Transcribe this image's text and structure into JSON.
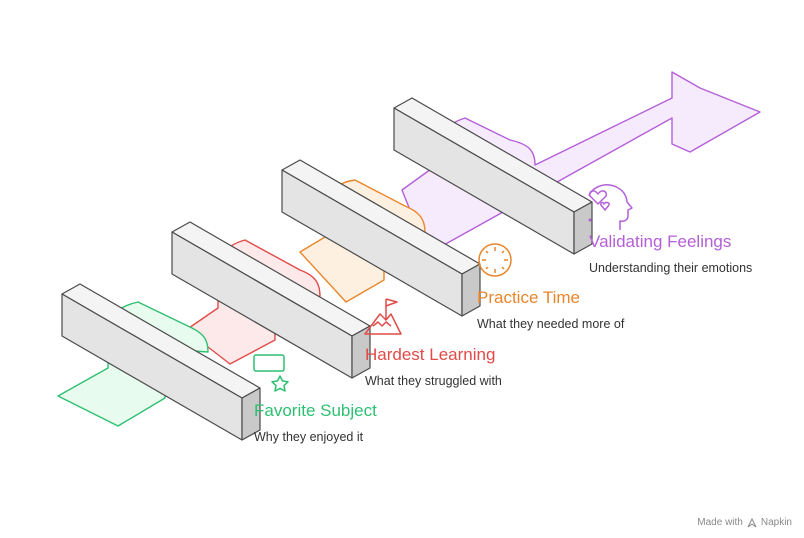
{
  "steps": [
    {
      "title": "Favorite Subject",
      "description": "Why they enjoyed it",
      "icon": "window-star-icon",
      "color": "#2fbf71",
      "fill": "#e7fbef"
    },
    {
      "title": "Hardest Learning",
      "description": "What they struggled with",
      "icon": "mountain-flag-icon",
      "color": "#e14b48",
      "fill": "#fde9e9"
    },
    {
      "title": "Practice Time",
      "description": "What they needed more of",
      "icon": "clock-icon",
      "color": "#e8862b",
      "fill": "#fdf0e1"
    },
    {
      "title": "Validating Feelings",
      "description": "Understanding their emotions",
      "icon": "head-hearts-icon",
      "color": "#b45fd8",
      "fill": "#f6ebfc"
    }
  ],
  "watermark": {
    "prefix": "Made with",
    "brand": "Napkin"
  }
}
